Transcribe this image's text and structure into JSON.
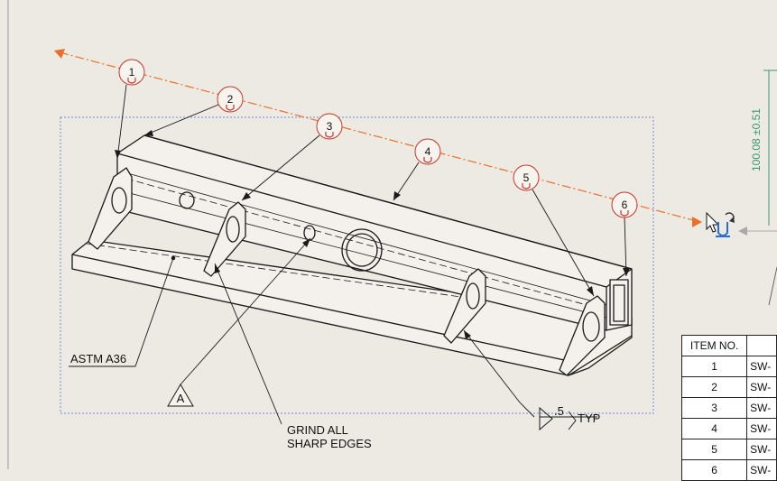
{
  "balloons": [
    {
      "number": "1"
    },
    {
      "number": "2"
    },
    {
      "number": "3"
    },
    {
      "number": "4"
    },
    {
      "number": "5"
    },
    {
      "number": "6"
    }
  ],
  "notes": {
    "material": "ASTM A36",
    "grind_line1": "GRIND ALL",
    "grind_line2": "SHARP EDGES",
    "datum": "A",
    "weld_size": ".5",
    "weld_typ": "TYP"
  },
  "dimension": {
    "value": "100.08 ±0.51"
  },
  "bom": {
    "header": [
      "ITEM NO.",
      ""
    ],
    "rows": [
      {
        "item": "1",
        "part": "SW-"
      },
      {
        "item": "2",
        "part": "SW-"
      },
      {
        "item": "3",
        "part": "SW-"
      },
      {
        "item": "4",
        "part": "SW-"
      },
      {
        "item": "5",
        "part": "SW-"
      },
      {
        "item": "6",
        "part": "SW-"
      }
    ]
  },
  "icons": {
    "cursor": "arrow-cursor-icon",
    "magnet": "magnet-snap-icon",
    "rotate": "rotate-icon"
  },
  "colors": {
    "sheet": "#edeae4",
    "alignment_line": "#e8702a",
    "balloon_circle": "#c0392b",
    "selection_box": "#6a8fd0",
    "dimension": "#3a9a6a"
  }
}
